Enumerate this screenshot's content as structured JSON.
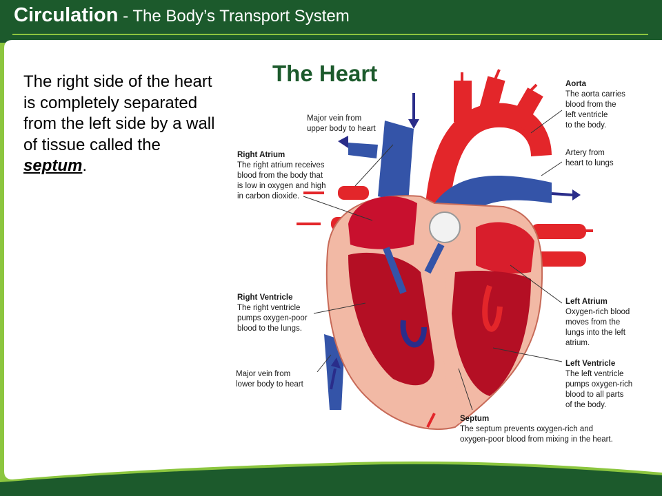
{
  "header": {
    "title_main": "Circulation",
    "title_sub": " - The Body’s Transport System"
  },
  "body": {
    "text_before": "The right side of the heart is completely separated from the left side by a wall of tissue called the ",
    "term": "septum",
    "text_after": "."
  },
  "diagram": {
    "title": "The Heart",
    "labels": {
      "aorta": {
        "title": "Aorta",
        "desc": "The aorta carries\nblood from the\nleft ventricle\nto the body."
      },
      "major_vein_upper": {
        "title": "",
        "desc": "Major vein from\nupper body to heart"
      },
      "artery_lungs": {
        "title": "",
        "desc": "Artery from\nheart to lungs"
      },
      "right_atrium": {
        "title": "Right Atrium",
        "desc": "The right atrium receives\nblood from the body that\nis low in oxygen and high\nin carbon dioxide."
      },
      "right_ventricle": {
        "title": "Right Ventricle",
        "desc": "The right ventricle\npumps oxygen-poor\nblood to the lungs."
      },
      "left_atrium": {
        "title": "Left Atrium",
        "desc": "Oxygen-rich blood\nmoves from the\nlungs into the left\natrium."
      },
      "left_ventricle": {
        "title": "Left Ventricle",
        "desc": "The left ventricle\npumps oxygen-rich\nblood to all parts\nof the body."
      },
      "major_vein_lower": {
        "title": "",
        "desc": "Major vein from\nlower body to heart"
      },
      "septum": {
        "title": "Septum",
        "desc": "The septum prevents oxygen-rich and\noxygen-poor blood from mixing in the heart."
      }
    }
  },
  "colors": {
    "frame_green": "#1c5a2c",
    "accent_light_green": "#8cc63f",
    "oxygen_rich": "#e3262a",
    "oxygen_poor": "#3454a8",
    "heart_wall": "#f2b9a5",
    "arrow_navy": "#2a2d8a"
  }
}
